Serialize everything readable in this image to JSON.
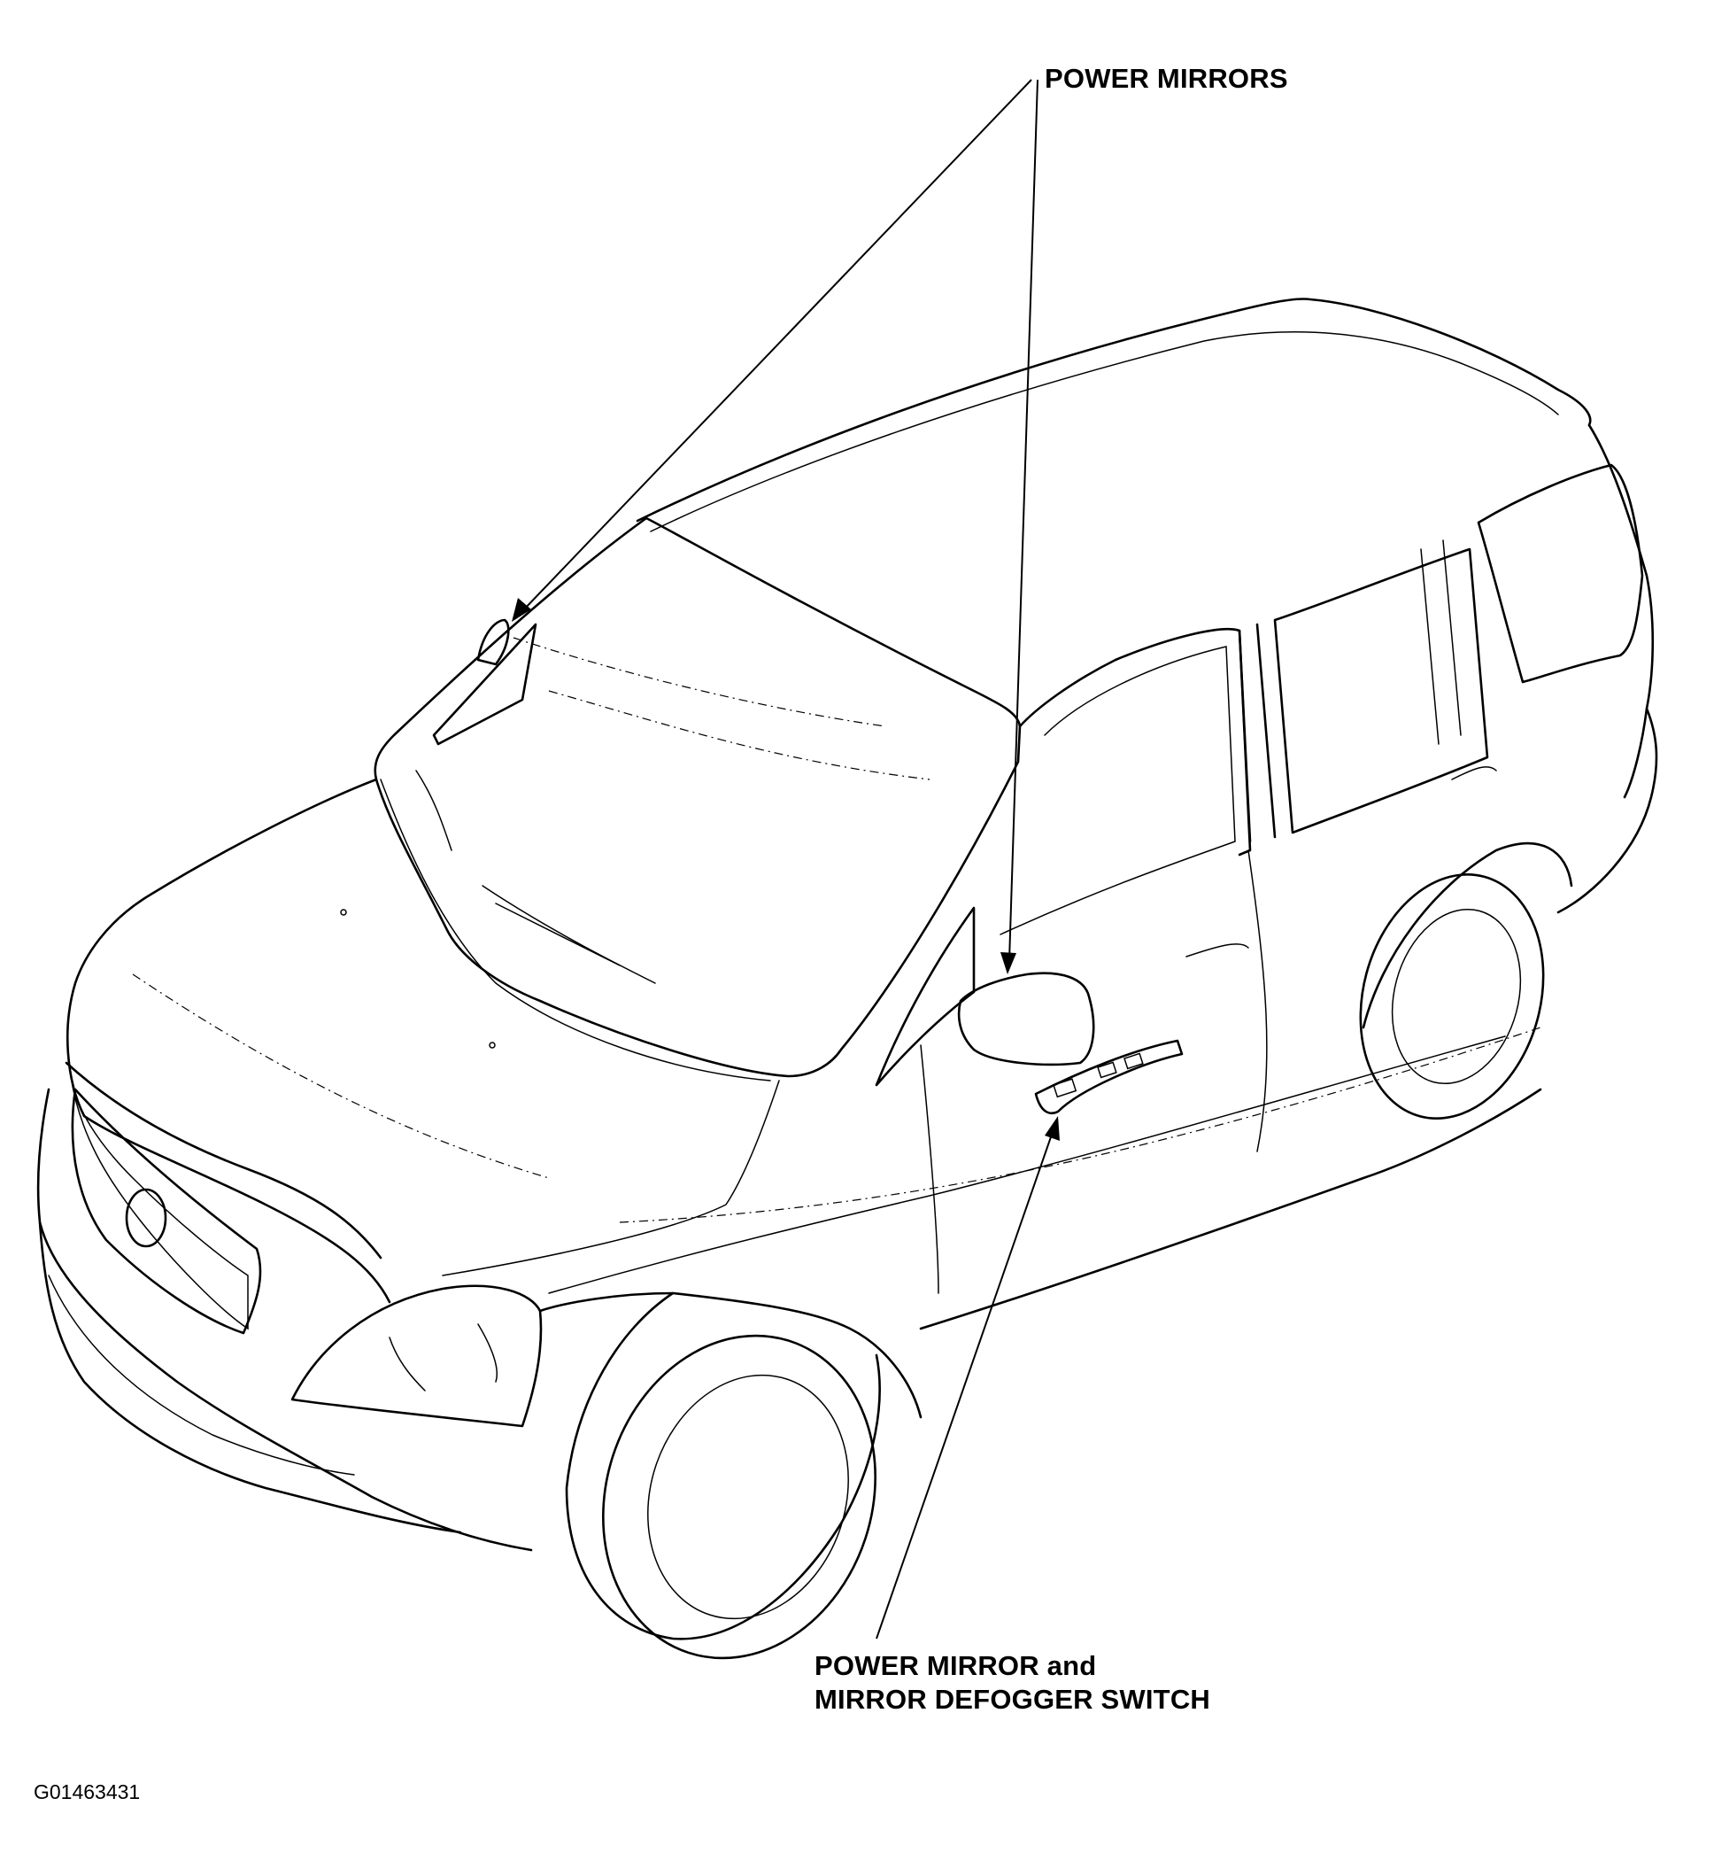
{
  "diagram": {
    "subject": "SUV isometric outline drawing",
    "labels": {
      "power_mirrors": "POWER MIRRORS",
      "switch_line1": "POWER MIRROR and",
      "switch_line2": "MIRROR DEFOGGER SWITCH"
    },
    "figure_code": "G01463431"
  }
}
